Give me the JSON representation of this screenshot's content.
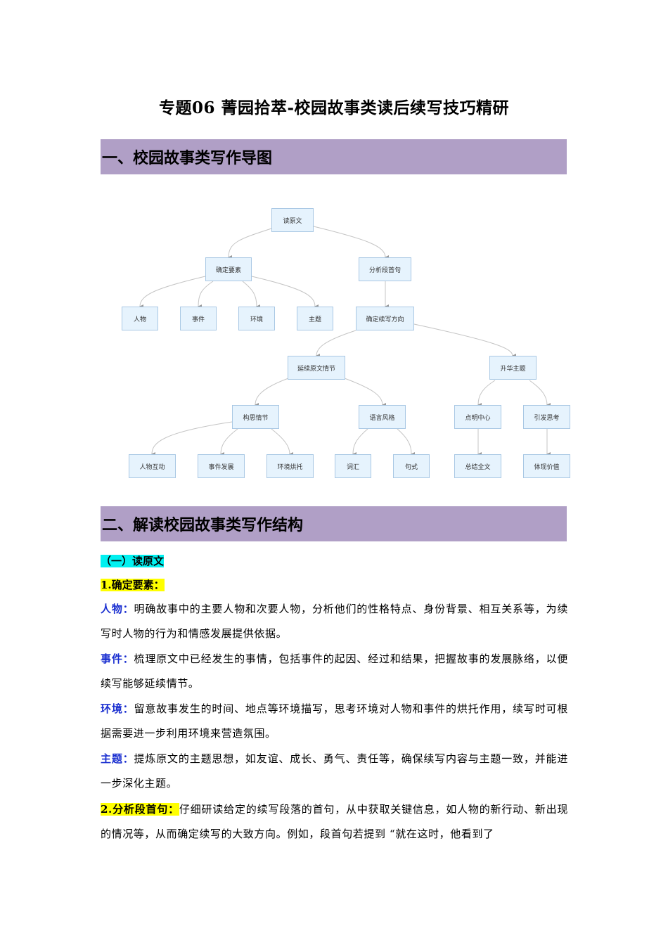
{
  "document": {
    "title": "专题06 菁园拾萃-校园故事类读后续写技巧精研",
    "sections": [
      {
        "heading": "一、校园故事类写作导图"
      },
      {
        "heading": "二、解读校园故事类写作结构"
      }
    ]
  },
  "mindmap": {
    "root": "读原文",
    "level1": [
      "确定要素",
      "分析段首句"
    ],
    "elements": [
      "人物",
      "事件",
      "环境",
      "主题"
    ],
    "direction": "确定续写方向",
    "branches": [
      "延续原文情节",
      "升华主题"
    ],
    "plot_branches": [
      "构思情节",
      "语言风格"
    ],
    "plot_leaves": [
      "人物互动",
      "事件发展",
      "环境烘托"
    ],
    "language_leaves": [
      "词汇",
      "句式"
    ],
    "theme_branches": [
      "点明中心",
      "引发思考"
    ],
    "theme_leaves": [
      "总结全文",
      "体现价值"
    ],
    "colors": {
      "node_fill": "#e6f3fd",
      "node_border": "#a9c8e4",
      "edge": "#bdbdbd"
    }
  },
  "content": {
    "subsection": "（一）读原文",
    "point1": "1.确定要素：",
    "items": [
      {
        "key": "人物：",
        "text": "明确故事中的主要人物和次要人物，分析他们的性格特点、身份背景、相互关系等，为续写时人物的行为和情感发展提供依据。"
      },
      {
        "key": "事件：",
        "text": "梳理原文中已经发生的事情，包括事件的起因、经过和结果，把握故事的发展脉络，以便续写能够延续情节。"
      },
      {
        "key": "环境：",
        "text": "留意故事发生的时间、地点等环境描写，思考环境对人物和事件的烘托作用，续写时可根据需要进一步利用环境来营造氛围。"
      },
      {
        "key": "主题：",
        "text": "提炼原文的主题思想，如友谊、成长、勇气、责任等，确保续写内容与主题一致，并能进一步深化主题。"
      }
    ],
    "point2": "2.分析段首句：",
    "point2_text": "仔细研读给定的续写段落的首句，从中获取关键信息，如人物的新行动、新出现的情况等，从而确定续写的大致方向。例如，段首句若提到 “就在这时，他看到了"
  }
}
